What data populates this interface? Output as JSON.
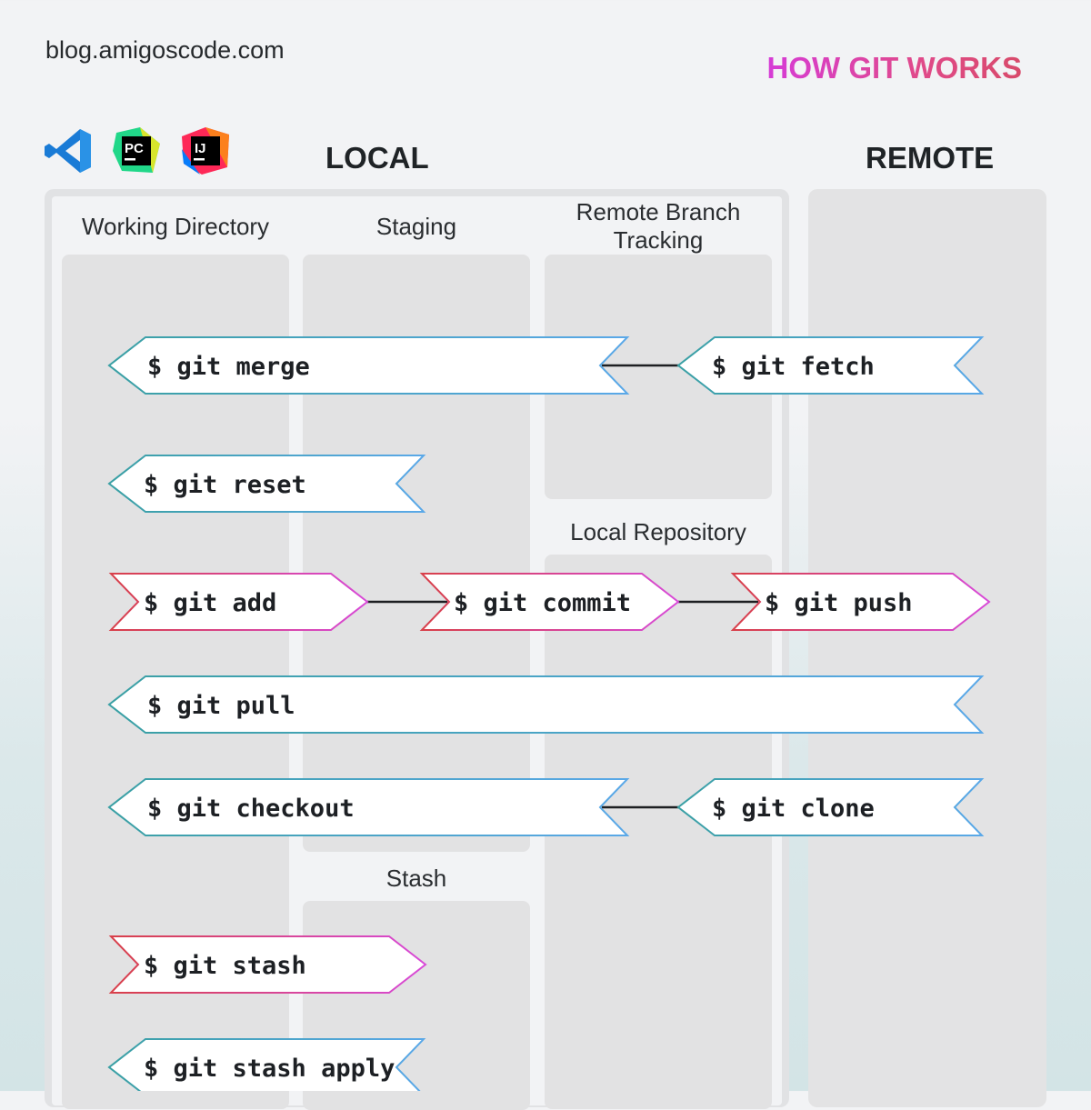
{
  "header": {
    "site": "blog.amigoscode.com",
    "title": "HOW GIT WORKS"
  },
  "logos": [
    {
      "name": "vscode-logo-icon"
    },
    {
      "name": "pycharm-logo-icon",
      "text": "PC"
    },
    {
      "name": "intellij-logo-icon",
      "text": "IJ"
    }
  ],
  "sections": {
    "local": "LOCAL",
    "remote": "REMOTE"
  },
  "columns": {
    "working_directory": "Working Directory",
    "staging": "Staging",
    "remote_branch_tracking_line1": "Remote Branch",
    "remote_branch_tracking_line2": "Tracking",
    "local_repository": "Local Repository",
    "stash": "Stash"
  },
  "commands": {
    "merge": "$ git merge",
    "fetch": "$ git fetch",
    "reset": "$ git reset",
    "add": "$ git add",
    "commit": "$ git commit",
    "push": "$ git push",
    "pull": "$ git pull",
    "checkout": "$ git checkout",
    "clone": "$ git clone",
    "stash": "$ git stash",
    "stash_apply": "$ git stash apply"
  },
  "colors": {
    "leftward_start": "#3aa0a4",
    "leftward_end": "#5aa8e8",
    "rightward_start": "#d8404a",
    "rightward_end": "#d84ad8",
    "connector": "#1d1f22"
  }
}
